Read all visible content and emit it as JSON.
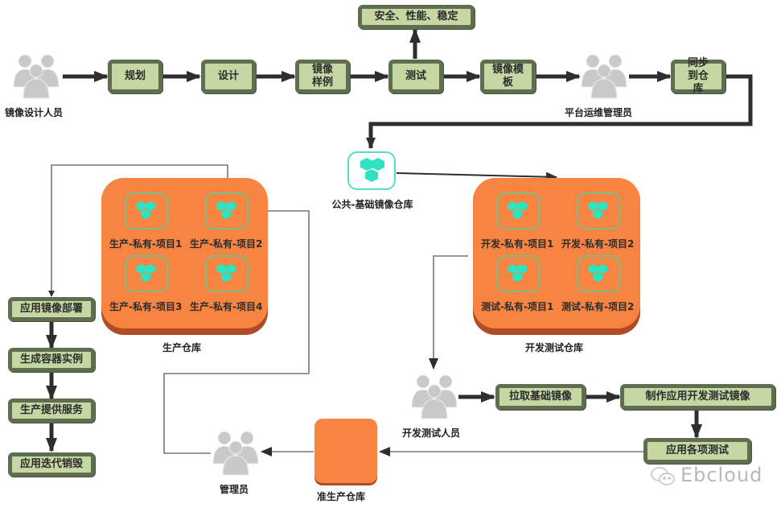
{
  "top_flow": {
    "actor_designer": "镜像设计人员",
    "steps": [
      "规划",
      "设计",
      "镜像样例",
      "测试",
      "镜像模板"
    ],
    "quality_box": "安全、性能、稳定",
    "actor_ops": "平台运维管理员",
    "sync_step": "同步到仓库"
  },
  "public_repo": {
    "label": "公共-基础镜像仓库"
  },
  "prod_warehouse": {
    "title": "生产仓库",
    "repos": [
      "生产-私有-项目1",
      "生产-私有-项目2",
      "生产-私有-项目3",
      "生产-私有-项目4"
    ]
  },
  "devtest_warehouse": {
    "title": "开发测试仓库",
    "repos": [
      "开发-私有-项目1",
      "开发-私有-项目2",
      "测试-私有-项目1",
      "测试-私有-项目2"
    ]
  },
  "deploy_flow": [
    "应用镜像部署",
    "生成容器实例",
    "生产提供服务",
    "应用迭代销毁"
  ],
  "dev_flow": {
    "actor": "开发测试人员",
    "steps": [
      "拉取基础镜像",
      "制作应用开发测试镜像",
      "应用各项测试"
    ]
  },
  "preprod": {
    "label": "准生产仓库"
  },
  "admin": {
    "label": "管理员"
  },
  "watermark": {
    "text": "Ebcloud"
  },
  "colors": {
    "step_fill": "#c5d8a4",
    "step_border": "#5f6d50",
    "warehouse": "#f78440",
    "repo_icon": "#2fe3c0",
    "arrow_dark": "#2e2e2e",
    "arrow_gray": "#7a7a7a"
  }
}
